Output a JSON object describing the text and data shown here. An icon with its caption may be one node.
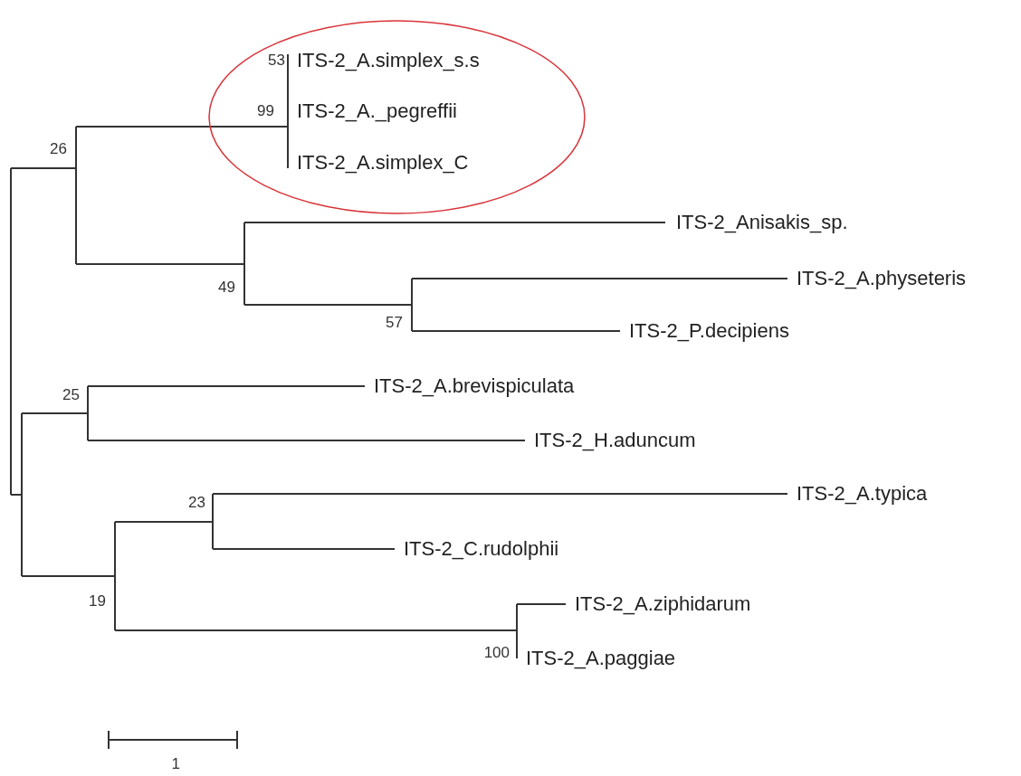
{
  "diagram": {
    "nodes": [
      {
        "text": [],
        "shape": "ellipse"
      },
      {
        "text": [
          "ITS-2_A.simplex_s.s"
        ],
        "in": 0
      },
      {
        "text": [
          "ITS-2_A._pegreffii"
        ],
        "in": 0
      },
      {
        "text": [
          "ITS-2_A.simplex_C"
        ],
        "in": 0
      },
      {
        "text": [
          "ITS-2_Anisakis_sp."
        ]
      },
      {
        "text": [
          "ITS-2_A.physeteris"
        ]
      },
      {
        "text": [
          "ITS-2_P.decipiens"
        ]
      },
      {
        "text": [
          "ITS-2_A.brevispiculata"
        ]
      },
      {
        "text": [
          "ITS-2_H.aduncum"
        ]
      },
      {
        "text": [
          "ITS-2_A.typica"
        ]
      },
      {
        "text": [
          "ITS-2_C.rudolphii"
        ]
      },
      {
        "text": [
          "ITS-2_A.ziphidarum"
        ]
      },
      {
        "text": [
          "ITS-2_A.paggiae"
        ]
      }
    ],
    "labels": [
      "53",
      "99",
      "26",
      "49",
      "57",
      "25",
      "23",
      "19",
      "100",
      "1"
    ]
  }
}
